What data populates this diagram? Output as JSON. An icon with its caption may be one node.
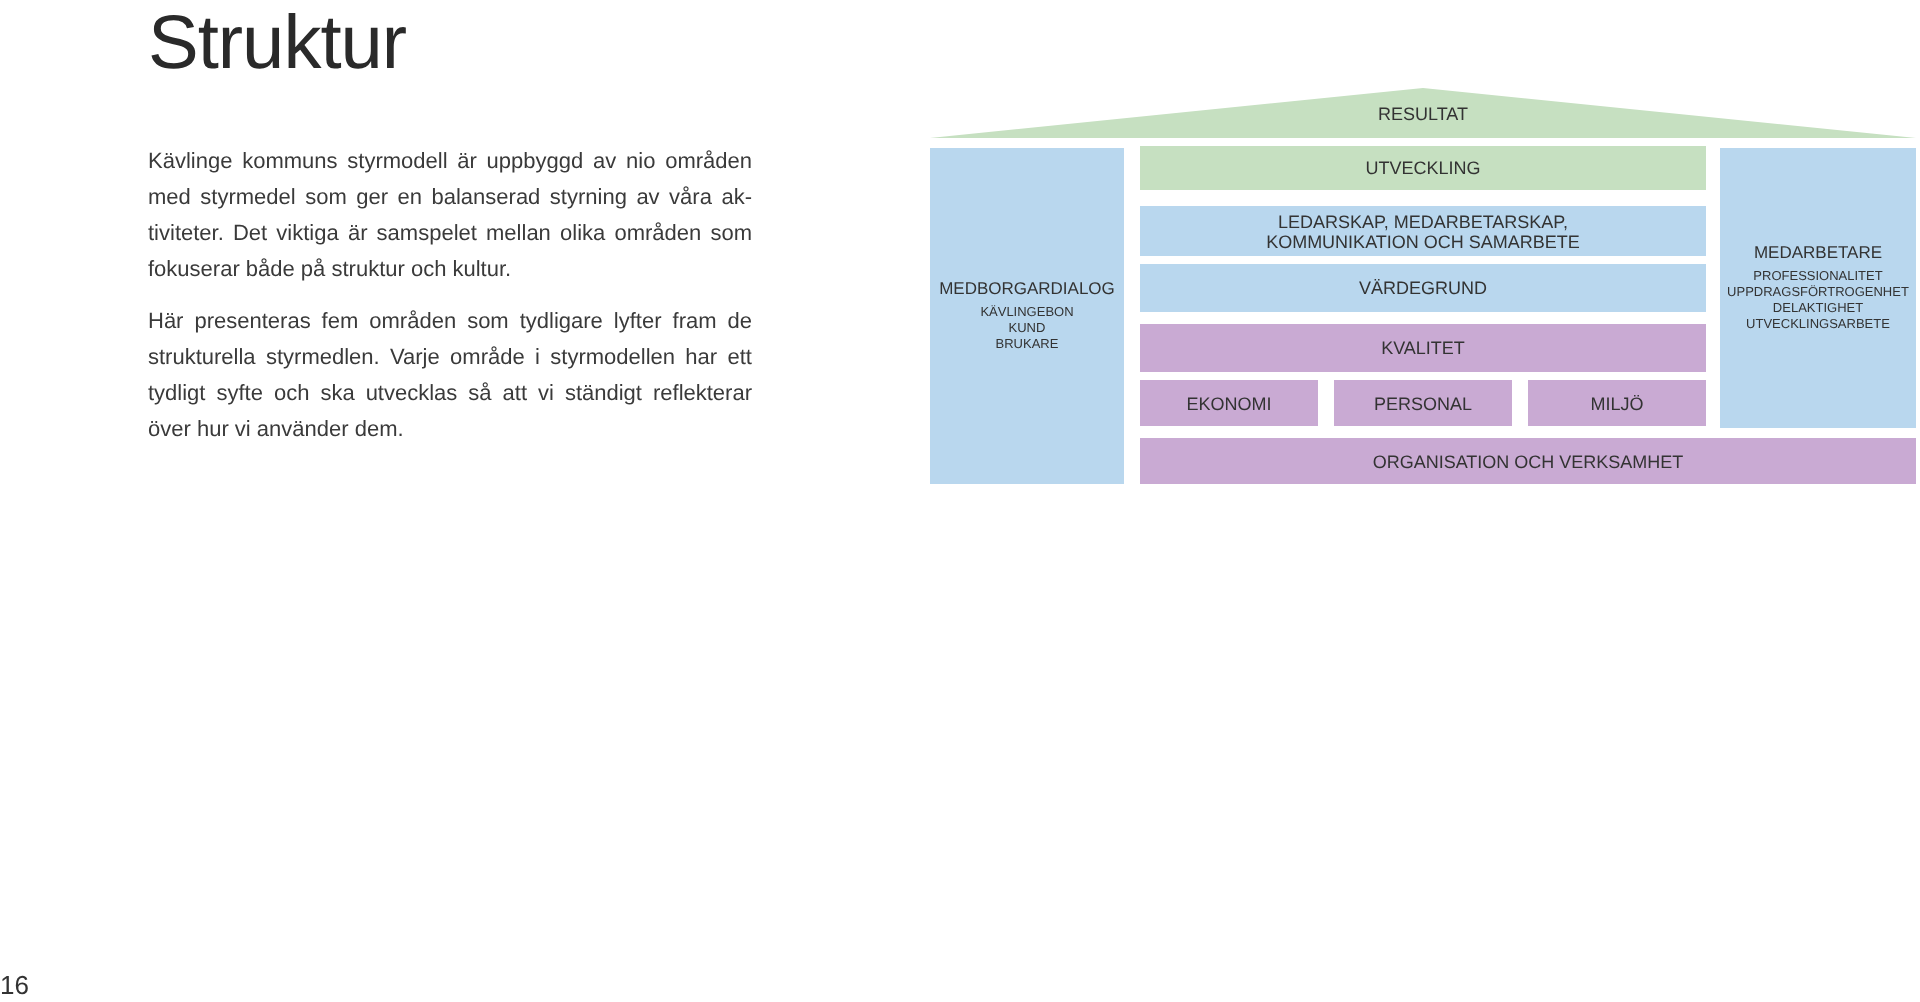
{
  "diagram": {
    "title": "Struktur",
    "nodes": [
      {
        "text": [
          "RESULTAT"
        ]
      },
      {
        "text": [
          "MEDBORGARDIALOG",
          "KÄVLINGEBON",
          "KUND",
          "BRUKARE"
        ]
      },
      {
        "text": [
          "UTVECKLING"
        ]
      },
      {
        "text": [
          "LEDARSKAP, MEDARBETARSKAP, KOMMUNIKATION OCH SAMARBETE"
        ]
      },
      {
        "text": [
          "VÄRDEGRUND"
        ]
      },
      {
        "text": [
          "KVALITET"
        ]
      },
      {
        "text": [
          "EKONOMI"
        ]
      },
      {
        "text": [
          "PERSONAL"
        ]
      },
      {
        "text": [
          "MILJÖ"
        ]
      },
      {
        "text": [
          "MEDARBETARE",
          "PROFESSIONALITET",
          "UPPDRAGSFÖRTROGENHET",
          "DELAKTIGHET",
          "UTVECKLINGSARBETE"
        ]
      },
      {
        "text": [
          "ORGANISATION OCH VERKSAMHET"
        ]
      }
    ],
    "labels": [
      "Kävlinge kommuns styrmodell är uppbyggd av nio områden med styrmedel som ger en balanserad styrning av våra ak-tiviteter. Det viktiga är samspelet mellan olika områden som fokuserar både på struktur och kultur.",
      "Här presenteras fem områden som tydligare lyfter fram de strukturella styrmedlen. Varje område i styrmodellen har ett tydligt syfte och ska utvecklas så att vi ständigt reflekterar över hur vi använder dem.",
      "16"
    ]
  }
}
